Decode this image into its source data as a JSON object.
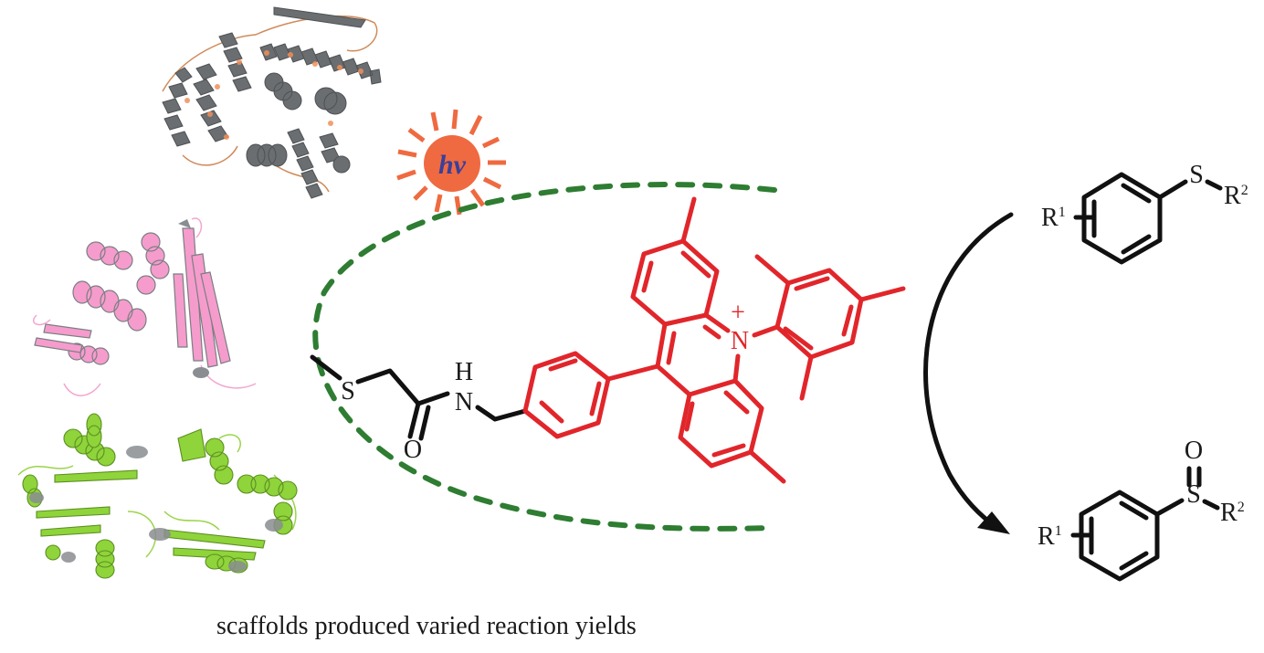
{
  "figure": {
    "caption": "scaffolds produced varied reaction yields",
    "light_source": {
      "label": "hv",
      "icon": "sun-icon",
      "color": "#ef6a40",
      "label_color": "#3a3f9a"
    },
    "colors": {
      "photocatalyst": "#e1262b",
      "linker": "#111111",
      "binding_pocket_dashes": "#2e7d32",
      "protein_1": "#6b6e71",
      "protein_1_accent": "#f0905a",
      "protein_2": "#f59ccd",
      "protein_3": "#8fd43a"
    },
    "proteins": [
      {
        "name": "protein-scaffold-1",
        "style": "grey ribbon with orange highlights"
      },
      {
        "name": "protein-scaffold-2",
        "style": "pink/grey ribbon"
      },
      {
        "name": "protein-scaffold-3",
        "style": "green ribbon dimer"
      }
    ],
    "linker_atoms": {
      "s": "S",
      "o": "O",
      "n": "N",
      "h": "H"
    },
    "catalyst_atoms": {
      "n": "N",
      "charge": "+"
    },
    "substrate": {
      "r1": "R",
      "r1_sup": "1",
      "s": "S",
      "r2": "R",
      "r2_sup": "2"
    },
    "product": {
      "r1": "R",
      "r1_sup": "1",
      "s": "S",
      "o": "O",
      "r2": "R",
      "r2_sup": "2"
    }
  }
}
